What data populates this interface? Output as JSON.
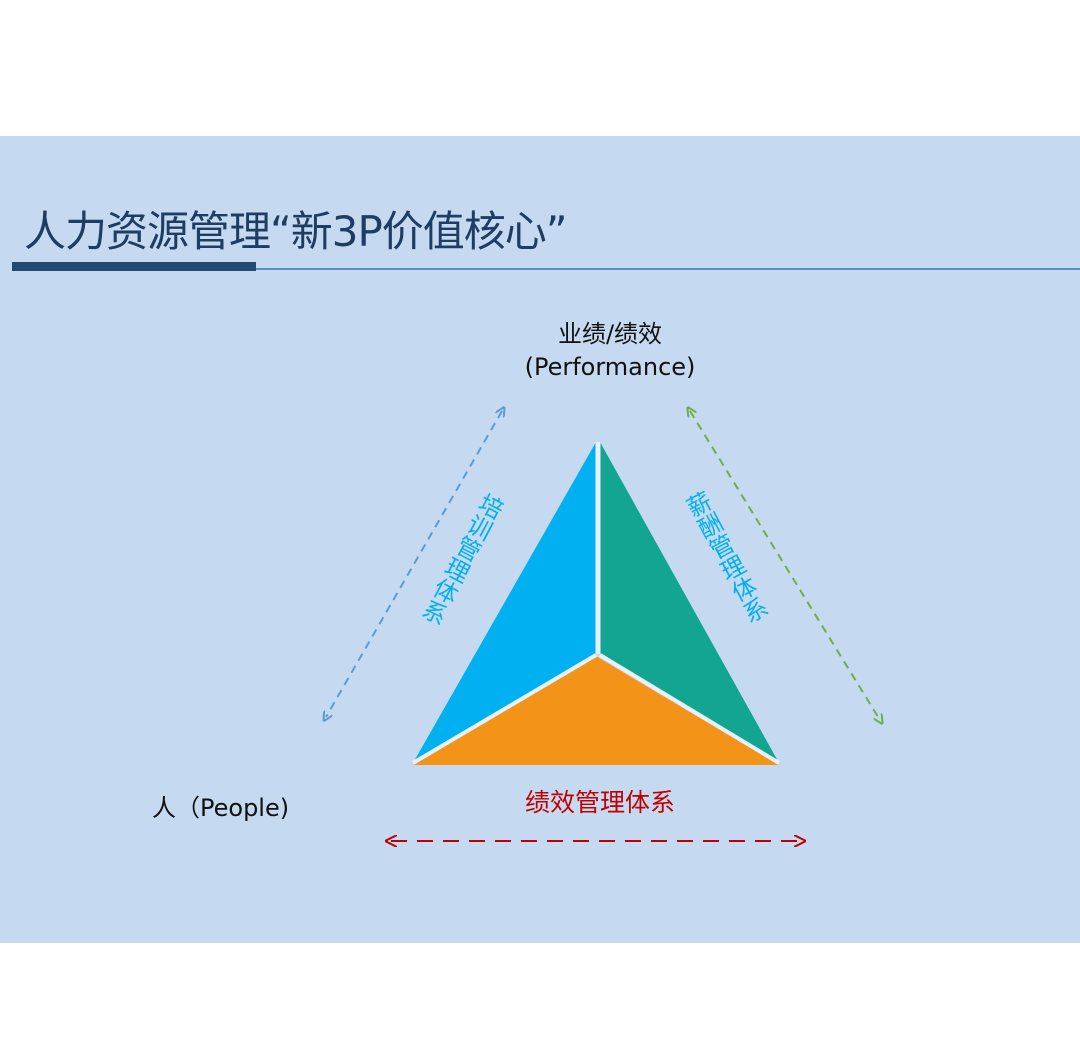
{
  "title": "人力资源管理“新3P价值核心”",
  "top_node": {
    "line1": "业绩/绩效",
    "line2": "(Performance)"
  },
  "left_node": "人（People)",
  "left_edge_label": "培训管理体系",
  "right_edge_label": "薪酬管理体系",
  "bottom_edge_label": "绩效管理体系",
  "colors": {
    "background": "#c5daf0",
    "title": "#1f3d63",
    "left_face": "#00b0f0",
    "right_face": "#11a592",
    "bottom_face": "#f39419",
    "left_arrow": "#5b9bd5",
    "right_arrow": "#70ad47",
    "bottom_arrow": "#c00000",
    "edge_label_text": "#00b0f0",
    "bottom_label_text": "#c00000"
  }
}
